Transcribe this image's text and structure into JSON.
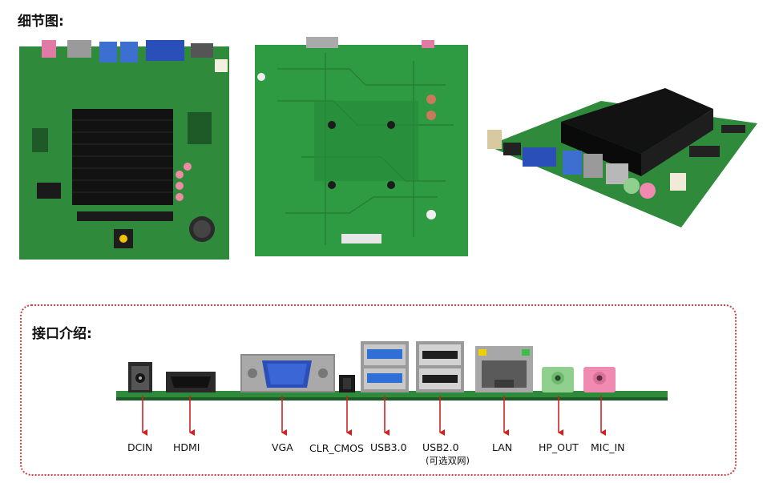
{
  "sections": {
    "detail_title": "细节图:",
    "interface_title": "接口介绍:"
  },
  "connectors": [
    {
      "label": "DCIN"
    },
    {
      "label": "HDMI"
    },
    {
      "label": "VGA"
    },
    {
      "label": "CLR_CMOS"
    },
    {
      "label": "USB3.0"
    },
    {
      "label": "USB2.0",
      "note": "(可选双网)"
    },
    {
      "label": "LAN"
    },
    {
      "label": "HP_OUT"
    },
    {
      "label": "MIC_IN"
    }
  ],
  "colors": {
    "pcb_green": "#2f8a3c",
    "pcb_dark": "#1c5a27",
    "heatsink": "#121212",
    "arrow_red": "#d42020",
    "panel_border": "#d04040",
    "vga_blue": "#2b4fb8",
    "usb3_blue": "#2f6fd6",
    "hp_green": "#8fd08f",
    "mic_pink": "#f08ab0"
  }
}
